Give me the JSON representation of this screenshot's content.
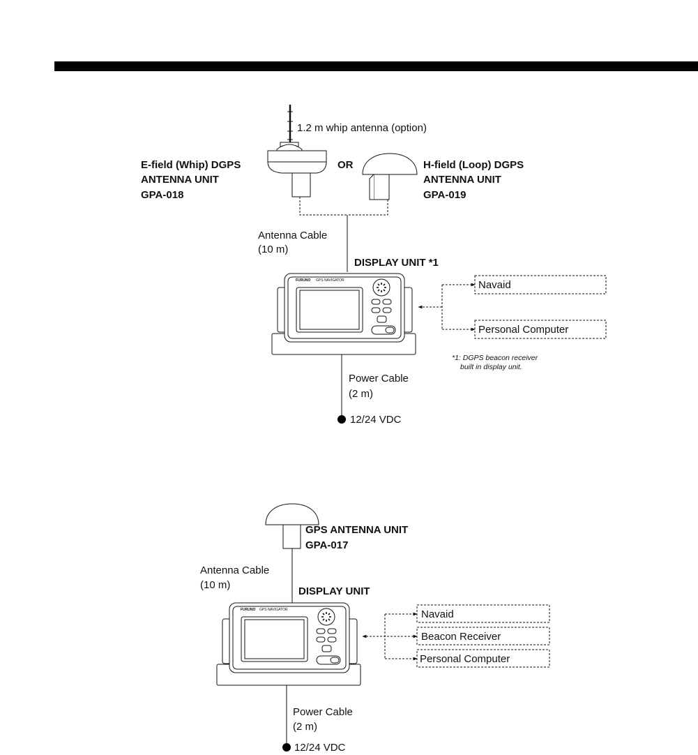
{
  "top_system": {
    "whip_antenna": "1.2 m whip antenna  (option)",
    "e_field": [
      "E-field (Whip) DGPS",
      "ANTENNA UNIT",
      "GPA-018"
    ],
    "or_text": "OR",
    "h_field": [
      "H-field (Loop) DGPS",
      "ANTENNA UNIT",
      "GPA-019"
    ],
    "antenna_cable": [
      "Antenna Cable",
      "(10 m)"
    ],
    "display_unit": "DISPLAY UNIT *1",
    "brand": "FURUNO",
    "model": "GPS NAVIGATOR",
    "connections": [
      "Navaid",
      "Personal Computer"
    ],
    "note": [
      "*1: DGPS beacon receiver",
      "built in display unit."
    ],
    "power_cable": [
      "Power Cable",
      "(2 m)"
    ],
    "power_supply": "12/24 VDC"
  },
  "bottom_system": {
    "antenna": [
      "GPS ANTENNA UNIT",
      "GPA-017"
    ],
    "antenna_cable": [
      "Antenna Cable",
      "(10 m)"
    ],
    "display_unit": "DISPLAY UNIT",
    "brand": "FURUNO",
    "model": "GPS NAVIGATOR",
    "connections": [
      "Navaid",
      "Beacon Receiver",
      "Personal Computer"
    ],
    "power_cable": [
      "Power Cable",
      "(2 m)"
    ],
    "power_supply": "12/24 VDC"
  }
}
